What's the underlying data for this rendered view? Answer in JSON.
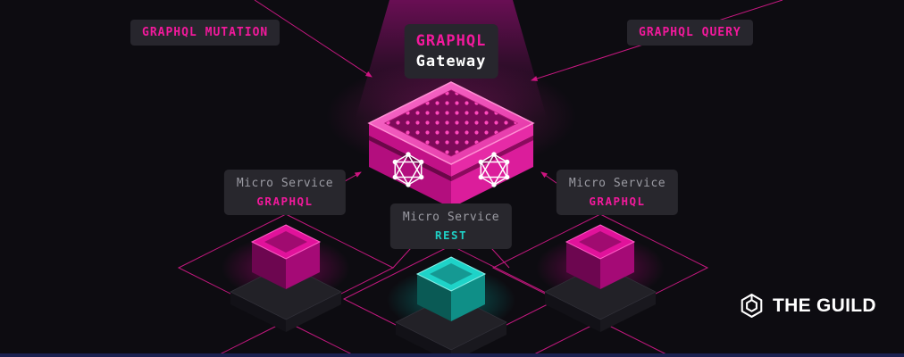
{
  "theme": {
    "background": "#0d0c11",
    "accent_pink": "#f2199c",
    "graphql_brand_pink": "#e10098",
    "accent_teal": "#1fd0c6",
    "badge_background": "#27262d",
    "muted_text": "#9b9ba3",
    "connector_line_pink": "#d91a8c",
    "bottom_strip_blue": "#1b2150"
  },
  "labels": {
    "mutation_badge": "GRAPHQL MUTATION",
    "query_badge": "GRAPHQL QUERY",
    "gateway_title": "GRAPHQL",
    "gateway_subtitle": "Gateway"
  },
  "services": [
    {
      "label": "Micro Service",
      "type": "GRAPHQL"
    },
    {
      "label": "Micro Service",
      "type": "REST"
    },
    {
      "label": "Micro Service",
      "type": "GRAPHQL"
    }
  ],
  "branding": {
    "logo_text": "THE GUILD"
  },
  "icons": {
    "gateway_face_left": "graphql-logo-icon",
    "gateway_face_right": "graphql-logo-icon",
    "brand": "guild-hexagon-icon"
  }
}
